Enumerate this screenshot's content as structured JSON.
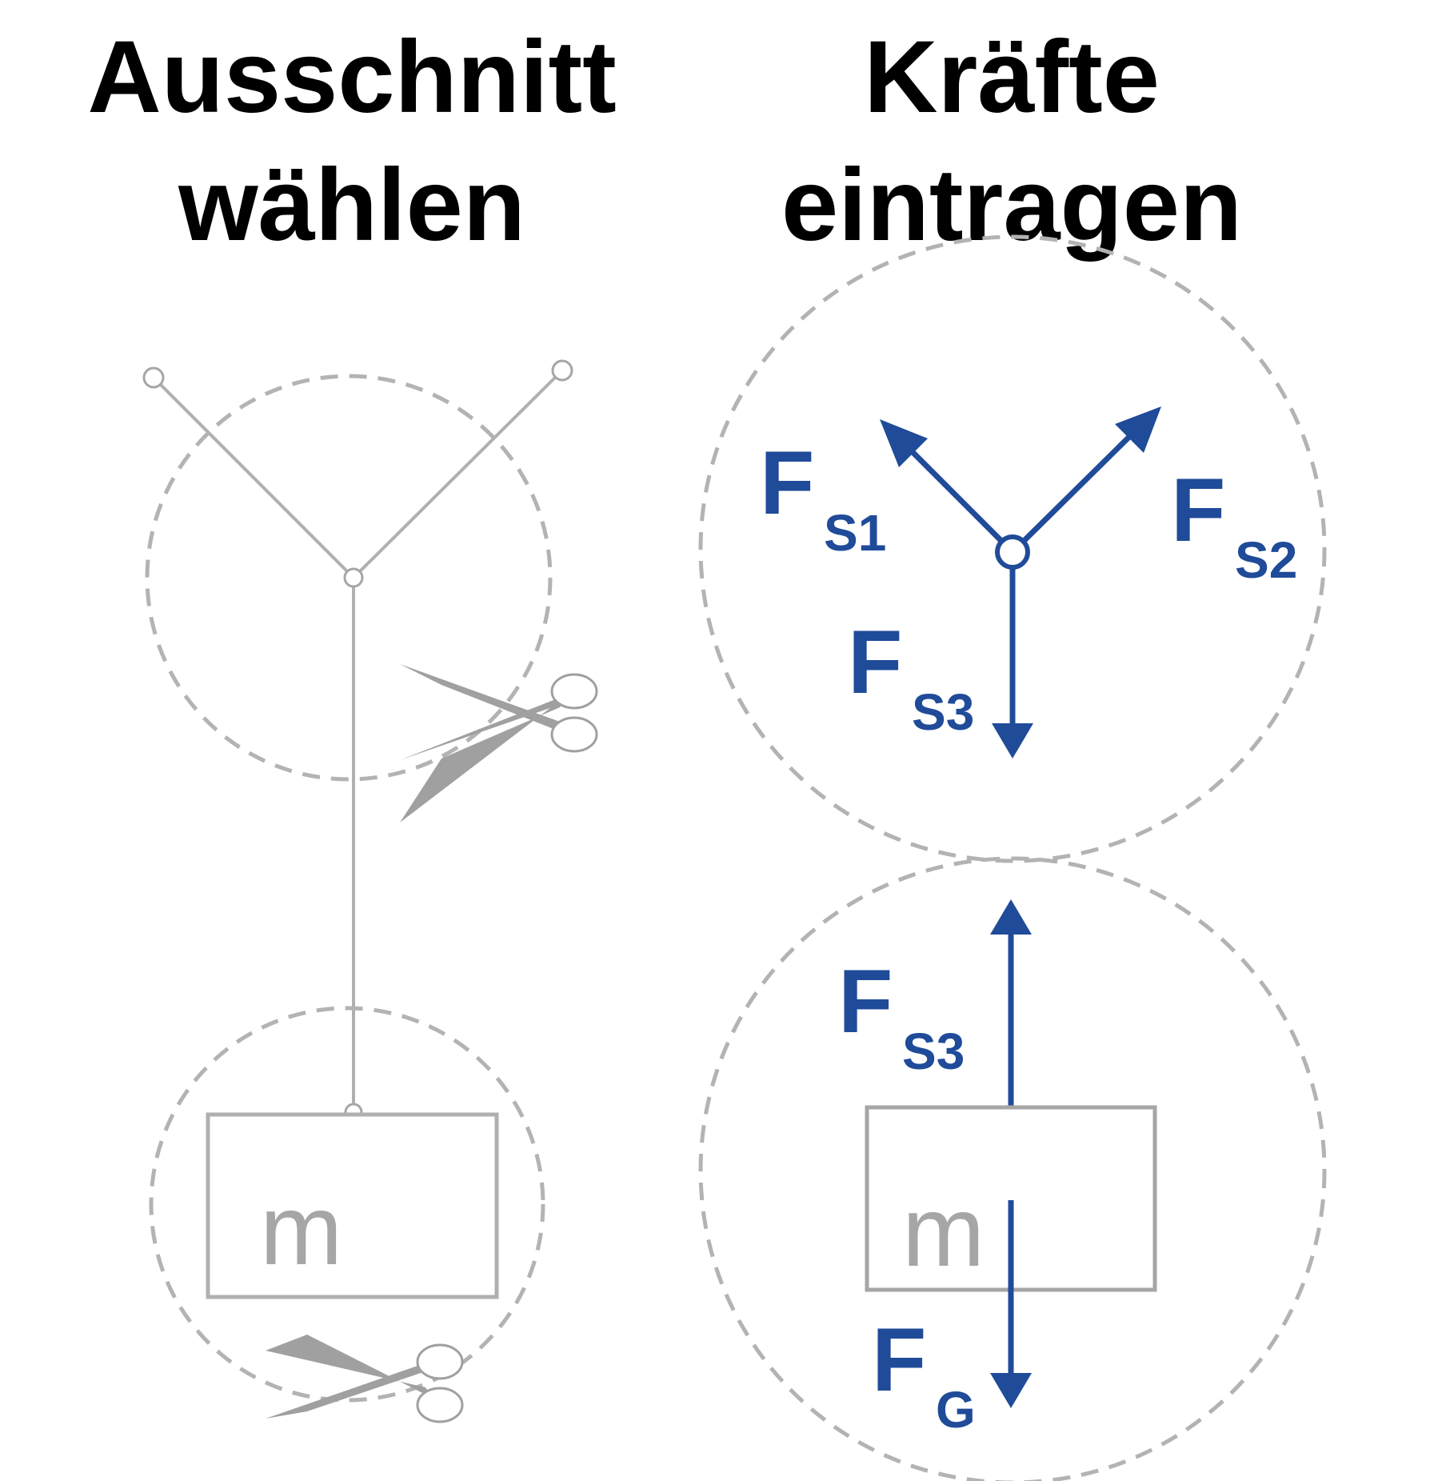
{
  "headings": {
    "left": {
      "line1": "Ausschnitt",
      "line2": "wählen"
    },
    "right": {
      "line1": "Kräfte",
      "line2": "eintragen"
    }
  },
  "mass": {
    "left_label": "m",
    "right_label": "m"
  },
  "forces": {
    "fs1": {
      "main": "F",
      "sub": "S1"
    },
    "fs2": {
      "main": "F",
      "sub": "S2"
    },
    "fs3_top": {
      "main": "F",
      "sub": "S3"
    },
    "fs3_bottom": {
      "main": "F",
      "sub": "S3"
    },
    "fg": {
      "main": "F",
      "sub": "G"
    }
  },
  "colors": {
    "force": "#1f4b99",
    "rope": "#b0b0b0",
    "dashed_outline": "#b3b3b3",
    "heading": "#000000"
  },
  "icons": [
    "scissors-icon"
  ]
}
